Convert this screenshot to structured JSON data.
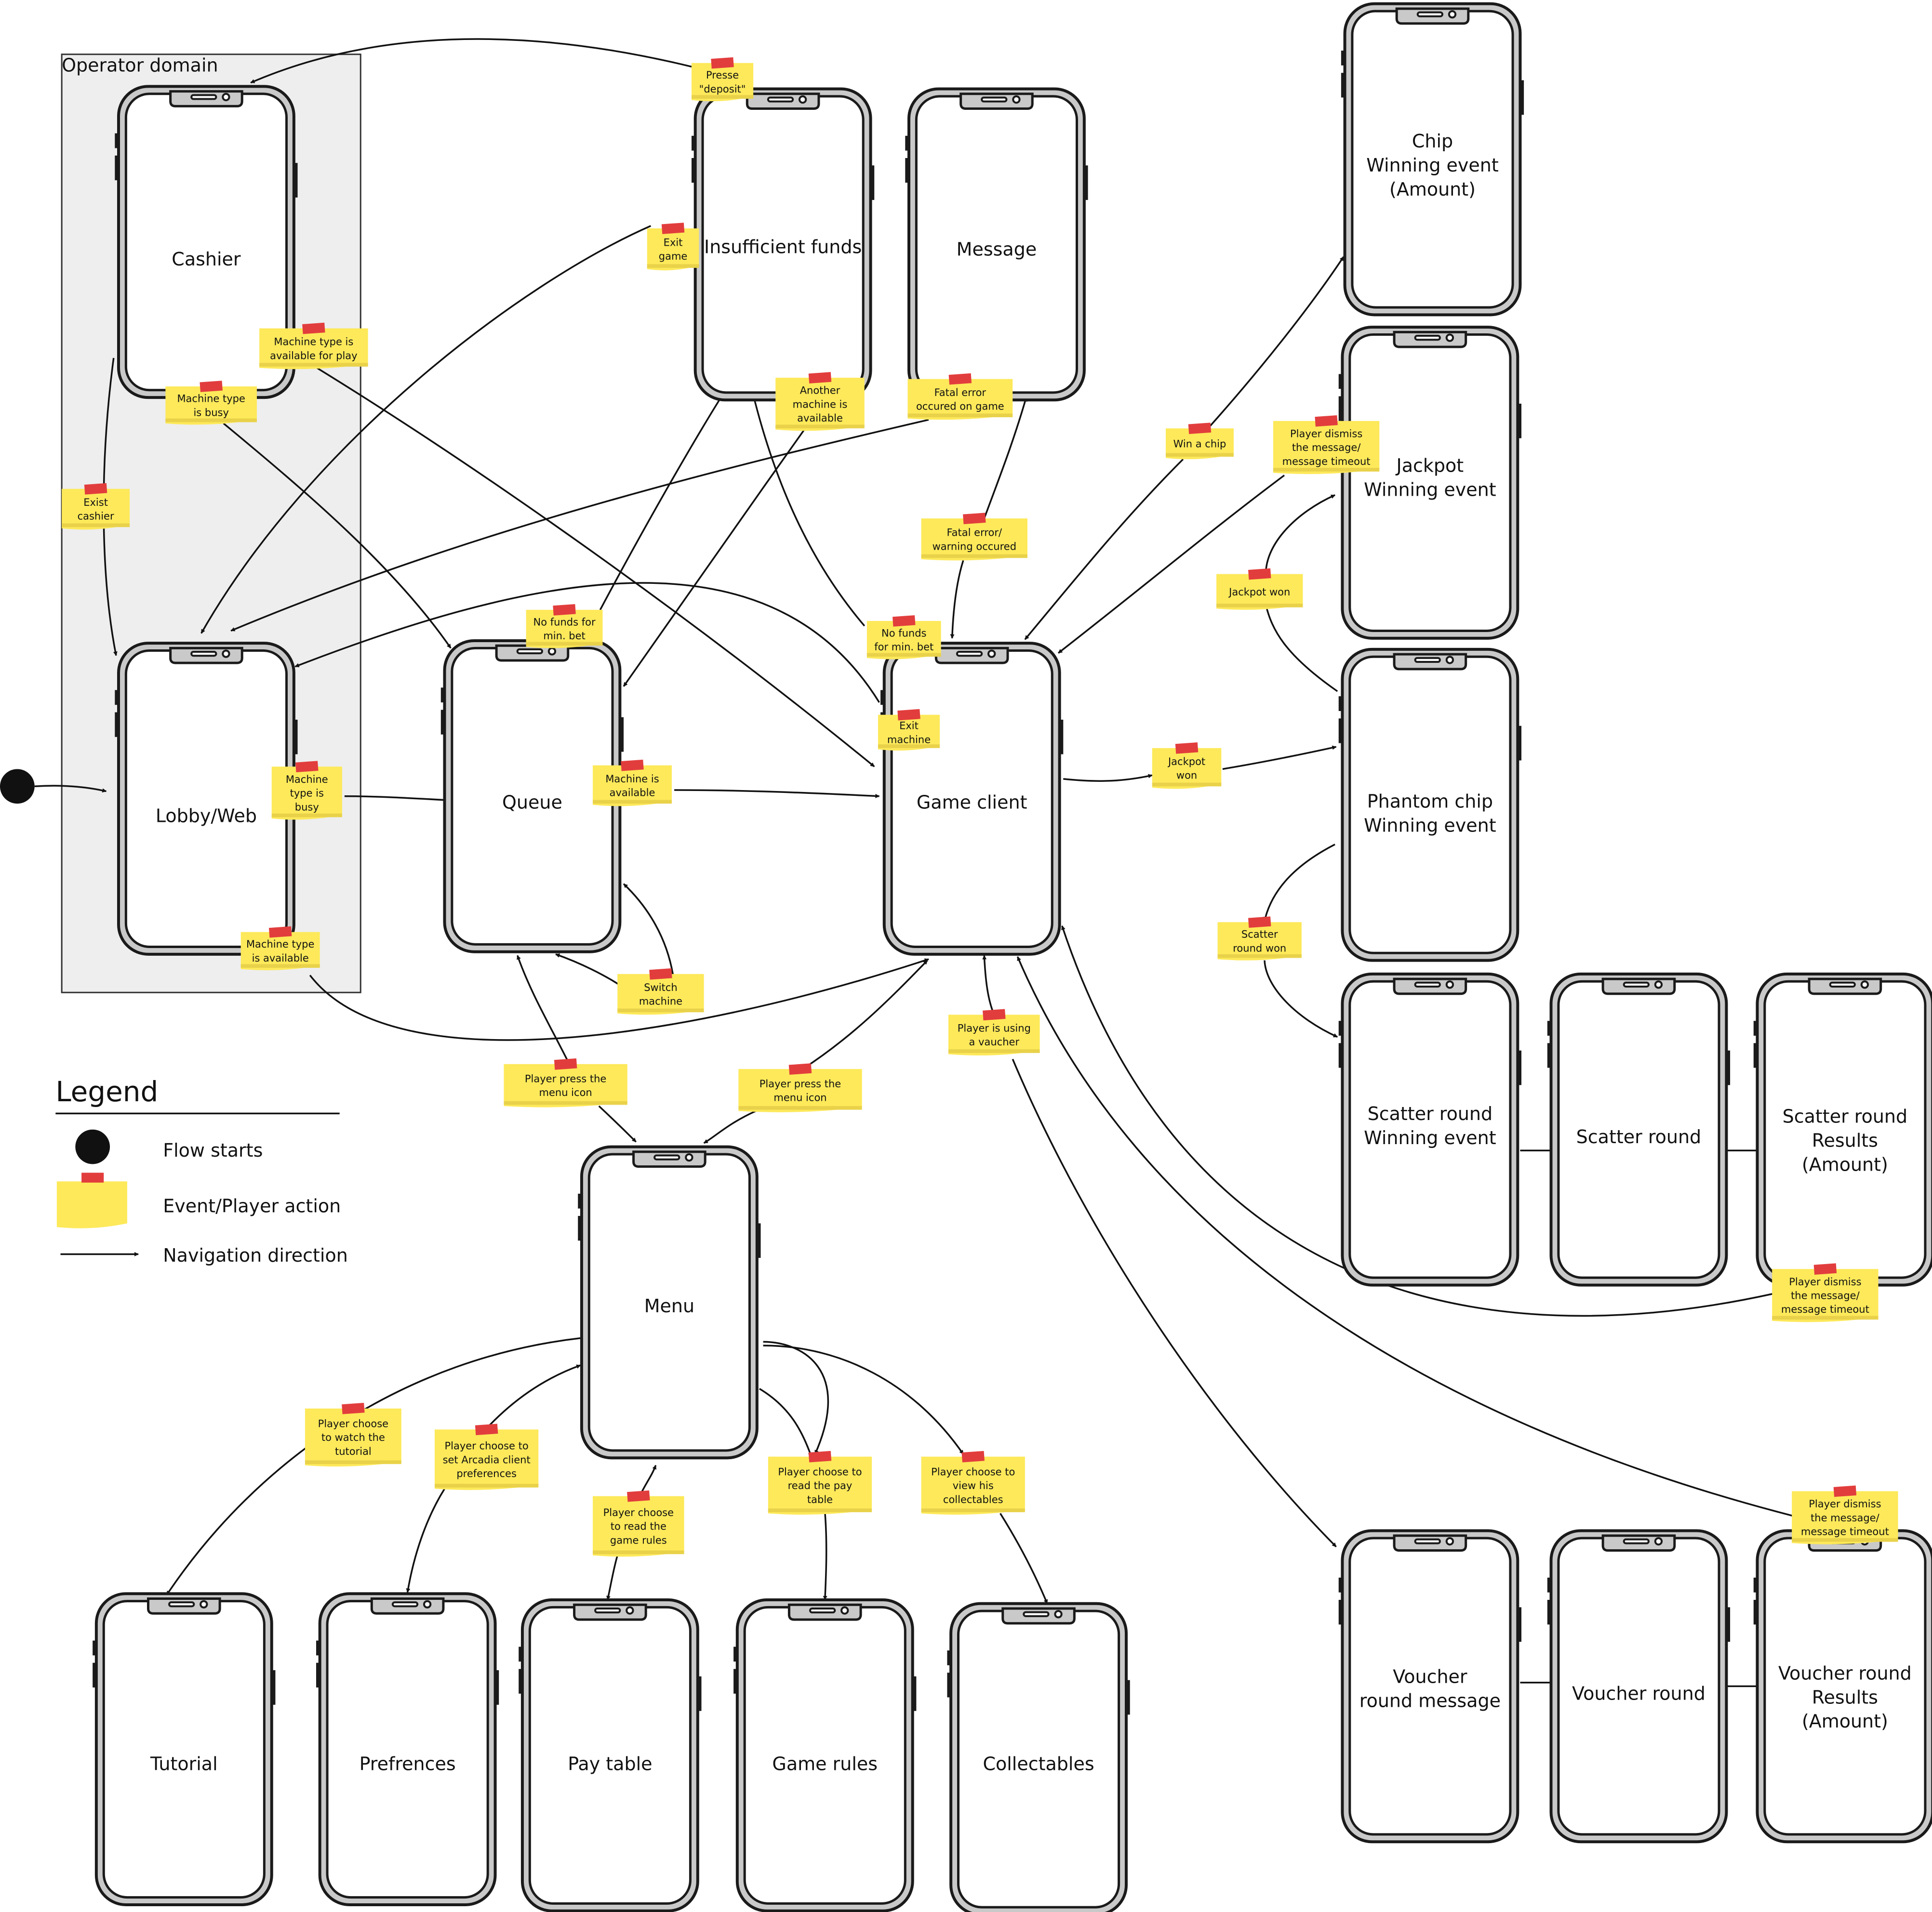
{
  "operator_domain": {
    "label": "Operator domain"
  },
  "screens": [
    {
      "id": "cashier",
      "label": [
        "Cashier"
      ]
    },
    {
      "id": "insufficient",
      "label": [
        "Insufficient funds"
      ]
    },
    {
      "id": "message",
      "label": [
        "Message"
      ]
    },
    {
      "id": "chip",
      "label": [
        "Chip",
        "Winning event",
        "(Amount)"
      ]
    },
    {
      "id": "jackpot",
      "label": [
        "Jackpot",
        "Winning event"
      ]
    },
    {
      "id": "lobby",
      "label": [
        "Lobby/Web"
      ]
    },
    {
      "id": "queue",
      "label": [
        "Queue"
      ]
    },
    {
      "id": "game",
      "label": [
        "Game client"
      ]
    },
    {
      "id": "phantom",
      "label": [
        "Phantom chip",
        "Winning event"
      ]
    },
    {
      "id": "scatter_win",
      "label": [
        "Scatter round",
        "Winning event"
      ]
    },
    {
      "id": "scatter_round",
      "label": [
        "Scatter round"
      ]
    },
    {
      "id": "scatter_results",
      "label": [
        "Scatter round",
        "Results",
        "(Amount)"
      ]
    },
    {
      "id": "menu",
      "label": [
        "Menu"
      ]
    },
    {
      "id": "tutorial",
      "label": [
        "Tutorial"
      ]
    },
    {
      "id": "preferences",
      "label": [
        "Prefrences"
      ]
    },
    {
      "id": "paytable",
      "label": [
        "Pay table"
      ]
    },
    {
      "id": "gamerules",
      "label": [
        "Game rules"
      ]
    },
    {
      "id": "collectables",
      "label": [
        "Collectables"
      ]
    },
    {
      "id": "voucher_msg",
      "label": [
        "Voucher",
        "round message"
      ]
    },
    {
      "id": "voucher_round",
      "label": [
        "Voucher round"
      ]
    },
    {
      "id": "voucher_results",
      "label": [
        "Voucher round",
        "Results",
        "(Amount)"
      ]
    }
  ],
  "notes": [
    {
      "id": "n_deposit",
      "lines": [
        "Presse",
        "\"deposit\""
      ]
    },
    {
      "id": "n_exit_game",
      "lines": [
        "Exit",
        "game"
      ]
    },
    {
      "id": "n_mt_available_play",
      "lines": [
        "Machine type is",
        "available for play"
      ]
    },
    {
      "id": "n_mt_busy_top",
      "lines": [
        "Machine type",
        "is busy"
      ]
    },
    {
      "id": "n_another_machine",
      "lines": [
        "Another",
        "machine is",
        "available"
      ]
    },
    {
      "id": "n_fatal_game",
      "lines": [
        "Fatal error",
        "occured on game"
      ]
    },
    {
      "id": "n_exist_cashier",
      "lines": [
        "Exist",
        "cashier"
      ]
    },
    {
      "id": "n_fatal_warning",
      "lines": [
        "Fatal error/",
        "warning occured"
      ]
    },
    {
      "id": "n_win_chip",
      "lines": [
        "Win a chip"
      ]
    },
    {
      "id": "n_dismiss_top",
      "lines": [
        "Player dismiss",
        "the message/",
        "message timeout"
      ]
    },
    {
      "id": "n_jackpot_won",
      "lines": [
        "Jackpot won"
      ]
    },
    {
      "id": "n_nofunds_queue",
      "lines": [
        "No funds for",
        "min. bet"
      ]
    },
    {
      "id": "n_nofunds_game",
      "lines": [
        "No funds",
        "for min. bet"
      ]
    },
    {
      "id": "n_exit_machine",
      "lines": [
        "Exit",
        "machine"
      ]
    },
    {
      "id": "n_jackpot_won2",
      "lines": [
        "Jackpot",
        "won"
      ]
    },
    {
      "id": "n_mt_busy_lobby",
      "lines": [
        "Machine",
        "type is",
        "busy"
      ]
    },
    {
      "id": "n_machine_available",
      "lines": [
        "Machine is",
        "available"
      ]
    },
    {
      "id": "n_scatter_won",
      "lines": [
        "Scatter",
        "round won"
      ]
    },
    {
      "id": "n_mt_available",
      "lines": [
        "Machine type",
        "is available"
      ]
    },
    {
      "id": "n_switch_machine",
      "lines": [
        "Switch",
        "machine"
      ]
    },
    {
      "id": "n_voucher",
      "lines": [
        "Player is using",
        "a vaucher"
      ]
    },
    {
      "id": "n_menu_left",
      "lines": [
        "Player press the",
        "menu icon"
      ]
    },
    {
      "id": "n_menu_right",
      "lines": [
        "Player press the",
        "menu icon"
      ]
    },
    {
      "id": "n_dismiss_scatter",
      "lines": [
        "Player dismiss",
        "the message/",
        "message timeout"
      ]
    },
    {
      "id": "n_tutorial",
      "lines": [
        "Player choose",
        "to watch the",
        "tutorial"
      ]
    },
    {
      "id": "n_prefs",
      "lines": [
        "Player choose to",
        "set Arcadia client",
        "preferences"
      ]
    },
    {
      "id": "n_rules",
      "lines": [
        "Player choose",
        "to read the",
        "game rules"
      ]
    },
    {
      "id": "n_paytable",
      "lines": [
        "Player choose to",
        "read the pay",
        "table"
      ]
    },
    {
      "id": "n_collectables",
      "lines": [
        "Player choose to",
        "view his",
        "collectables"
      ]
    },
    {
      "id": "n_dismiss_voucher",
      "lines": [
        "Player dismiss",
        "the message/",
        "message timeout"
      ]
    }
  ],
  "legend": {
    "title": "Legend",
    "items": [
      {
        "id": "start",
        "label": "Flow starts"
      },
      {
        "id": "event",
        "label": "Event/Player action"
      },
      {
        "id": "nav",
        "label": "Navigation direction"
      }
    ]
  }
}
